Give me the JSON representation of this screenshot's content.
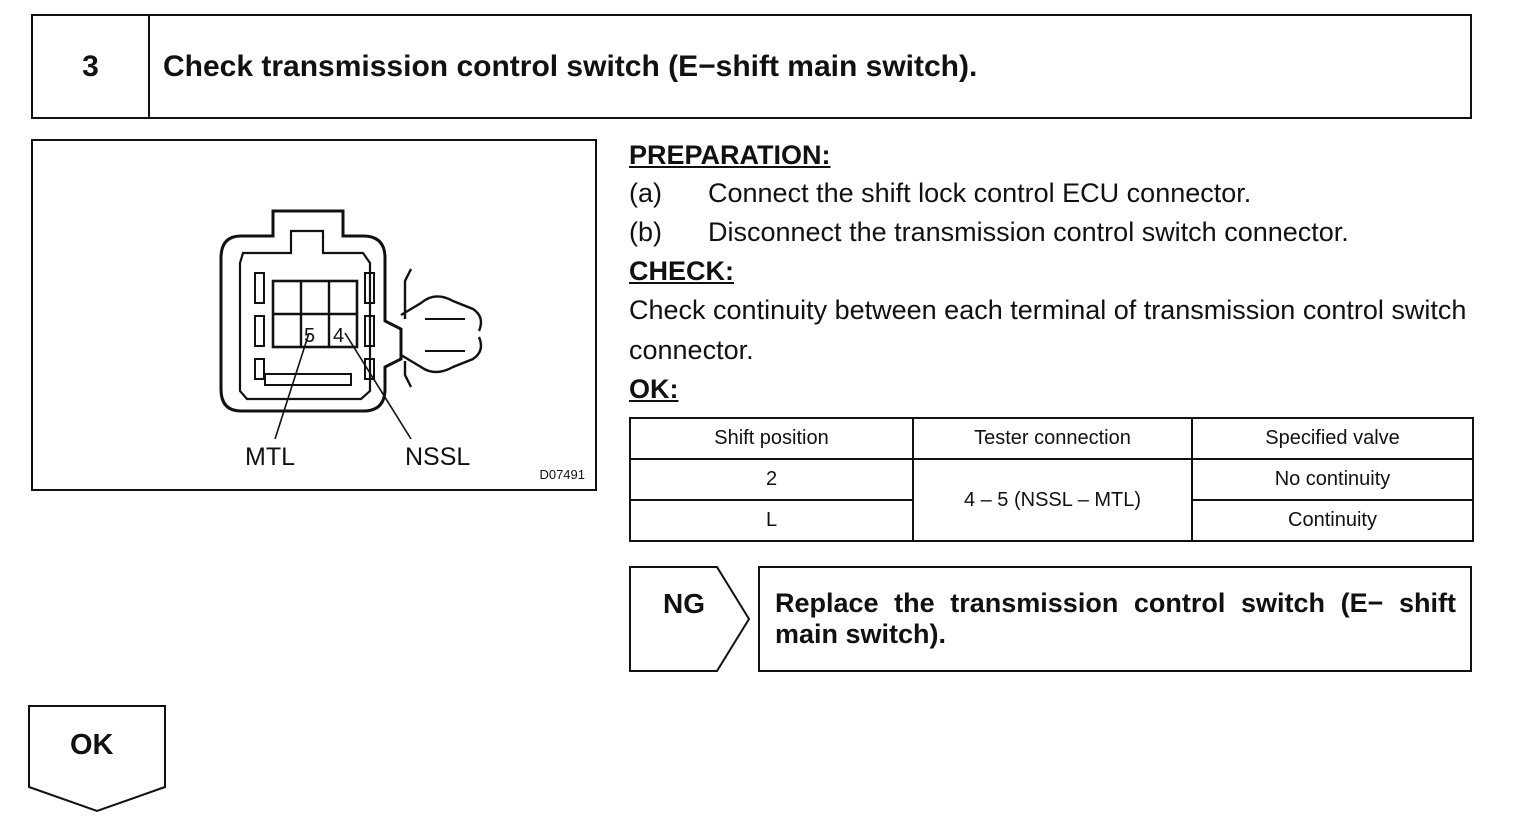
{
  "header": {
    "step_number": "3",
    "title": "Check transmission control switch (E−shift main switch)."
  },
  "figure": {
    "labels": {
      "mtl": "MTL",
      "nssl": "NSSL",
      "code": "D07491"
    },
    "terminals": {
      "t5": "5",
      "t4": "4"
    }
  },
  "preparation": {
    "heading": "PREPARATION:",
    "steps": [
      {
        "key": "(a)",
        "text": "Connect the shift lock control ECU connector."
      },
      {
        "key": "(b)",
        "text": "Disconnect the transmission control switch connector."
      }
    ]
  },
  "check": {
    "heading": "CHECK:",
    "text": "Check continuity between each terminal of transmission control switch connector."
  },
  "ok_section": {
    "heading": "OK:"
  },
  "table": {
    "headers": [
      "Shift position",
      "Tester connection",
      "Specified valve"
    ],
    "rows": [
      {
        "position": "2",
        "result": "No continuity"
      },
      {
        "position": "L",
        "result": "Continuity"
      }
    ],
    "connection": "4 – 5 (NSSL – MTL)"
  },
  "ng": {
    "label": "NG",
    "action": "Replace the transmission control switch (E− shift main switch)."
  },
  "ok": {
    "label": "OK"
  }
}
